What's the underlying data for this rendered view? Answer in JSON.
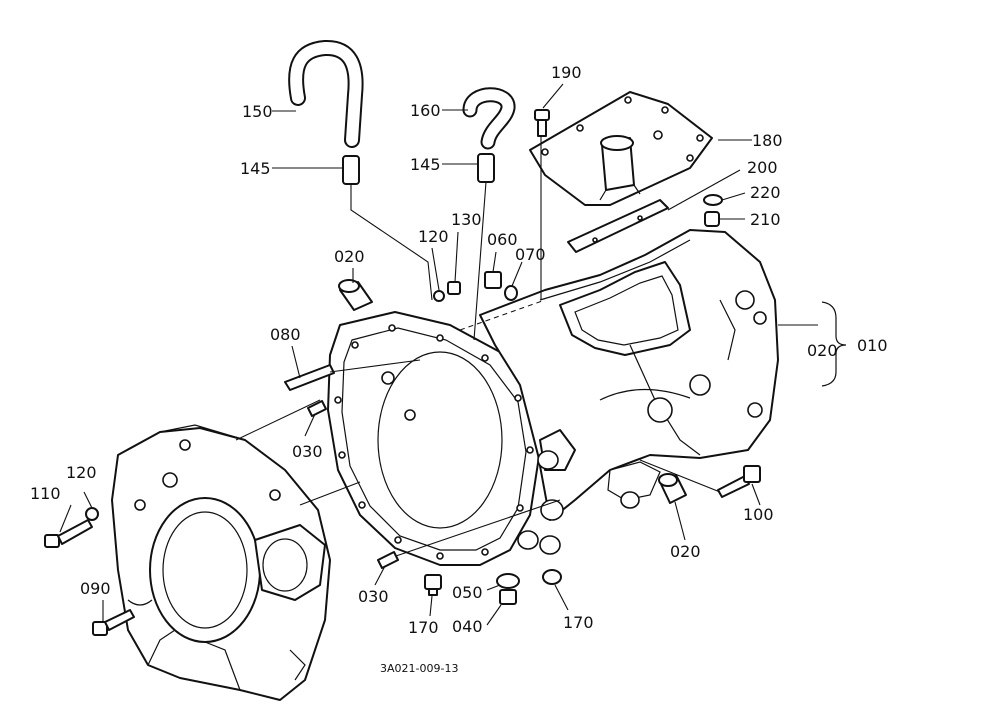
{
  "diagram": {
    "reference_code": "3A021-009-13",
    "callouts": [
      {
        "id": "c150",
        "label": "150"
      },
      {
        "id": "c145a",
        "label": "145"
      },
      {
        "id": "c160",
        "label": "160"
      },
      {
        "id": "c145b",
        "label": "145"
      },
      {
        "id": "c190",
        "label": "190"
      },
      {
        "id": "c180",
        "label": "180"
      },
      {
        "id": "c200",
        "label": "200"
      },
      {
        "id": "c220",
        "label": "220"
      },
      {
        "id": "c210",
        "label": "210"
      },
      {
        "id": "c120a",
        "label": "120"
      },
      {
        "id": "c130",
        "label": "130"
      },
      {
        "id": "c060",
        "label": "060"
      },
      {
        "id": "c070",
        "label": "070"
      },
      {
        "id": "c020a",
        "label": "020"
      },
      {
        "id": "c080",
        "label": "080"
      },
      {
        "id": "c030a",
        "label": "030"
      },
      {
        "id": "c020b",
        "label": "020"
      },
      {
        "id": "c010",
        "label": "010"
      },
      {
        "id": "c110",
        "label": "110"
      },
      {
        "id": "c120b",
        "label": "120"
      },
      {
        "id": "c090",
        "label": "090"
      },
      {
        "id": "c100",
        "label": "100"
      },
      {
        "id": "c020c",
        "label": "020"
      },
      {
        "id": "c030b",
        "label": "030"
      },
      {
        "id": "c170a",
        "label": "170"
      },
      {
        "id": "c050",
        "label": "050"
      },
      {
        "id": "c040",
        "label": "040"
      },
      {
        "id": "c170b",
        "label": "170"
      }
    ]
  }
}
